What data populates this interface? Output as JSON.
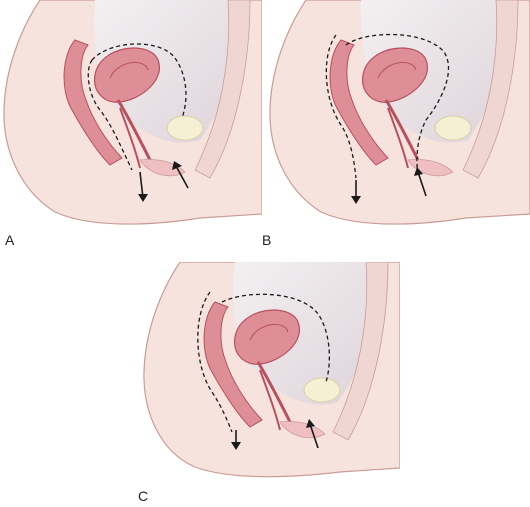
{
  "panels": [
    {
      "label": "A"
    },
    {
      "label": "B"
    },
    {
      "label": "C"
    }
  ],
  "colors": {
    "skin": "#f6e3de",
    "skin_edge": "#c99d95",
    "pelvis": "#ece7ea",
    "organ": "#dd8e96",
    "organ_dark": "#b9505e",
    "organ_light": "#f0bfc2",
    "bladder": "#f5efd3",
    "dashed_line": "#1a1a1a"
  }
}
